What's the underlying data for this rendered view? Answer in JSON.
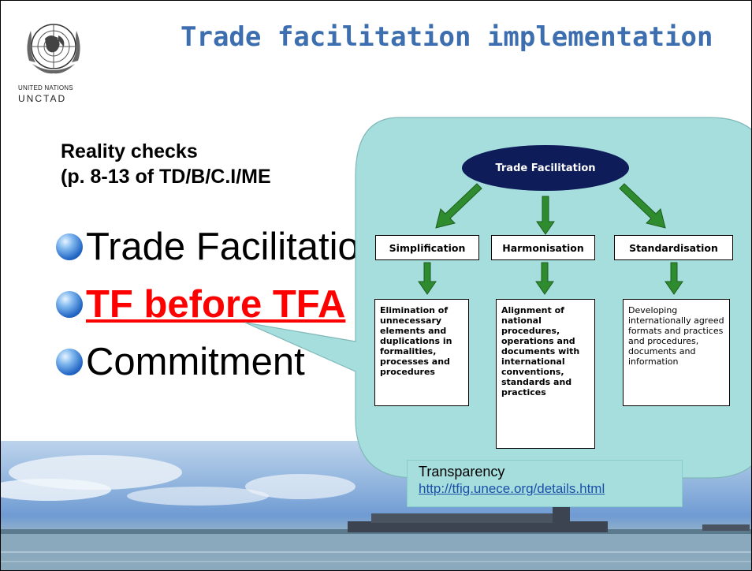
{
  "slide": {
    "title": "Trade facilitation implementation",
    "logo": {
      "org_small": "UNITED NATIONS",
      "org": "UNCTAD",
      "emblem_icon": "un-emblem-icon"
    },
    "subtitle_line1": "Reality checks",
    "subtitle_line2": "(p. 8-13 of TD/B/C.I/ME",
    "bullets": [
      {
        "text": "Trade Facilitatio"
      },
      {
        "text": "TF before TFA"
      },
      {
        "text": "Commitment"
      }
    ],
    "bullet_color": "#2266c4",
    "title_color": "#3d6fb0",
    "highlight_color": "#ff0000"
  },
  "diagram": {
    "root": "Trade Facilitation",
    "columns": [
      {
        "heading": "Simplification",
        "description": "Elimination of unnecessary elements and duplications in formalities, processes and procedures"
      },
      {
        "heading": "Harmonisation",
        "description": "Alignment of national procedures, operations and documents with international conventions, standards and practices"
      },
      {
        "heading": "Standardisation",
        "description": "Developing internationally agreed formats and practices and procedures, documents and information"
      }
    ],
    "callout_color": "#a6dede",
    "arrow_color": "#2e8b2e"
  },
  "footer": {
    "label": "Transparency",
    "link": "http://tfig.unece.org/details.html"
  }
}
